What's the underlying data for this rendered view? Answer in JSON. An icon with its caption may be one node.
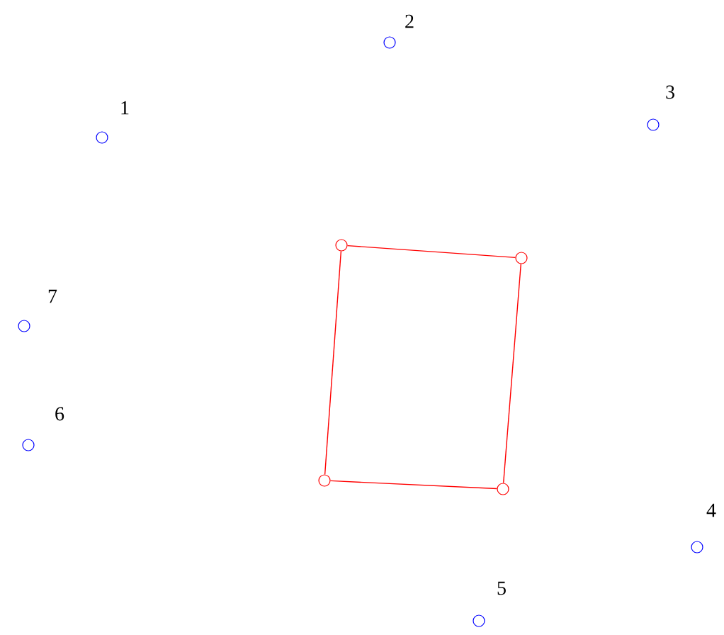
{
  "diagram": {
    "nodes": [
      {
        "text": [],
        "shape": "circle",
        "beside": [
          "1"
        ]
      },
      {
        "text": [],
        "shape": "circle",
        "beside": [
          "2"
        ]
      },
      {
        "text": [],
        "shape": "circle",
        "beside": [
          "3"
        ]
      },
      {
        "text": [],
        "shape": "circle",
        "beside": [
          "4"
        ]
      },
      {
        "text": [],
        "shape": "circle",
        "beside": [
          "5"
        ]
      },
      {
        "text": [],
        "shape": "circle",
        "beside": [
          "6"
        ]
      },
      {
        "text": [],
        "shape": "circle",
        "beside": [
          "7"
        ]
      },
      {
        "text": [],
        "shape": "circle"
      },
      {
        "text": [],
        "shape": "circle"
      },
      {
        "text": [],
        "shape": "circle"
      },
      {
        "text": [],
        "shape": "circle"
      }
    ],
    "edges": [
      {
        "from": 7,
        "to": 8,
        "arrow": "none",
        "color": "#ff0000"
      },
      {
        "from": 8,
        "to": 9,
        "arrow": "none",
        "color": "#ff0000"
      },
      {
        "from": 9,
        "to": 10,
        "arrow": "none",
        "color": "#ff0000"
      },
      {
        "from": 10,
        "to": 7,
        "arrow": "none",
        "color": "#ff0000"
      }
    ]
  }
}
